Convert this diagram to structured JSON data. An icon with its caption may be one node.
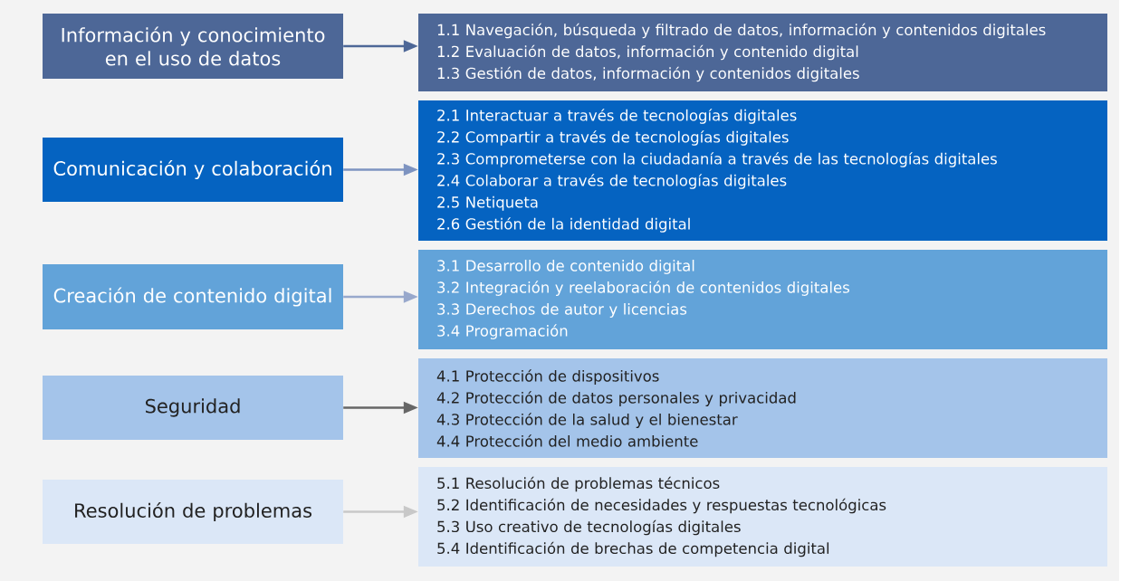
{
  "diagram": {
    "nodes": [
      {
        "text": [
          "Información y conocimiento en el uso de datos"
        ]
      },
      {
        "text": [
          "Comunicación y colaboración"
        ]
      },
      {
        "text": [
          "Creación de contenido digital"
        ]
      },
      {
        "text": [
          "Seguridad"
        ]
      },
      {
        "text": [
          "Resolución de problemas"
        ]
      },
      {
        "text": [
          "1.1 Navegación, búsqueda y filtrado de datos, información y contenidos digitales",
          "1.2 Evaluación de datos, información y contenido digital",
          "1.3 Gestión de datos, información y contenidos digitales"
        ]
      },
      {
        "text": [
          "2.1 Interactuar a través de tecnologías digitales",
          "2.2 Compartir a través de tecnologías digitales",
          "2.3 Comprometerse con la ciudadanía a través de las tecnologías digitales",
          "2.4 Colaborar a través de tecnologías digitales",
          "2.5 Netiqueta",
          "2.6 Gestión de la identidad digital"
        ]
      },
      {
        "text": [
          "3.1 Desarrollo de contenido digital",
          "3.2 Integración y reelaboración de contenidos digitales",
          "3.3 Derechos de autor y licencias",
          "3.4 Programación"
        ]
      },
      {
        "text": [
          "4.1 Protección de dispositivos",
          "4.2 Protección de datos personales y privacidad",
          "4.3 Protección de la salud y el bienestar",
          "4.4 Protección del medio ambiente"
        ]
      },
      {
        "text": [
          "5.1 Resolución de problemas técnicos",
          "5.2 Identificación de necesidades y respuestas tecnológicas",
          "5.3 Uso creativo de tecnologías digitales",
          "5.4 Identificación de brechas de competencia digital"
        ]
      }
    ],
    "edges": [
      {
        "from": 0,
        "to": 5,
        "arrow": "to",
        "color": "#4d6797"
      },
      {
        "from": 1,
        "to": 6,
        "arrow": "to",
        "color": "#7d93c0"
      },
      {
        "from": 2,
        "to": 7,
        "arrow": "to",
        "color": "#98a8cc"
      },
      {
        "from": 3,
        "to": 8,
        "arrow": "to",
        "color": "#666666"
      },
      {
        "from": 4,
        "to": 9,
        "arrow": "to",
        "color": "#c8c8c8"
      }
    ]
  }
}
